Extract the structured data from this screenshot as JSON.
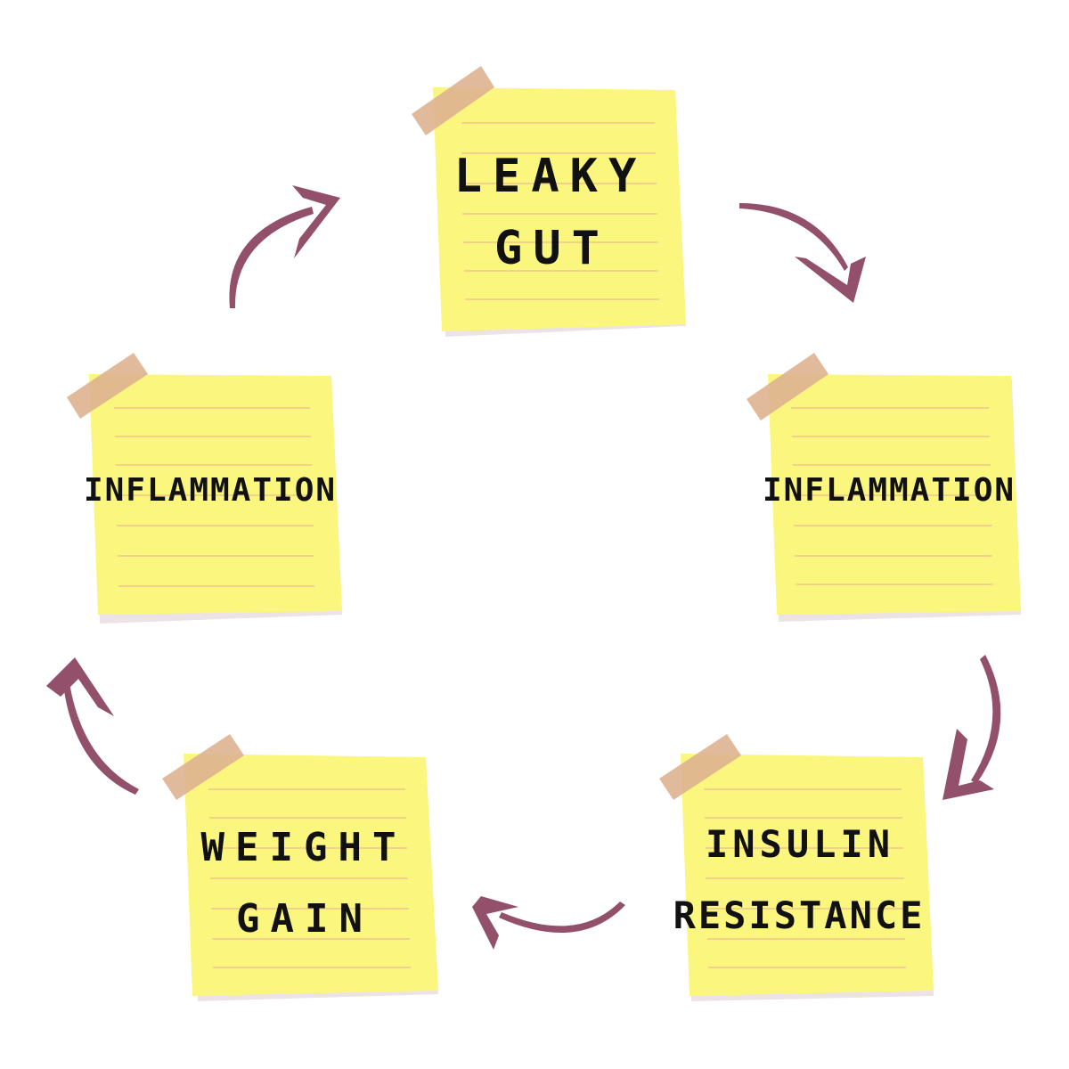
{
  "colors": {
    "note_fill": "#fbf67e",
    "note_shadow": "#ece3e6",
    "note_lines": "#f3d18a",
    "tape": "#deb290",
    "arrow": "#92506a",
    "text": "#111111"
  },
  "notes": {
    "leaky_gut": {
      "line1": "LEAKY",
      "line2": "GUT"
    },
    "inflammation_right": {
      "line1": "INFLAMMATION"
    },
    "insulin_resistance": {
      "line1": "INSULIN",
      "line2": "RESISTANCE"
    },
    "weight_gain": {
      "line1": "WEIGHT",
      "line2": "GAIN"
    },
    "inflammation_left": {
      "line1": "INFLAMMATION"
    }
  },
  "arrows": [
    "arrow-icon",
    "arrow-icon",
    "arrow-icon",
    "arrow-icon",
    "arrow-icon"
  ]
}
